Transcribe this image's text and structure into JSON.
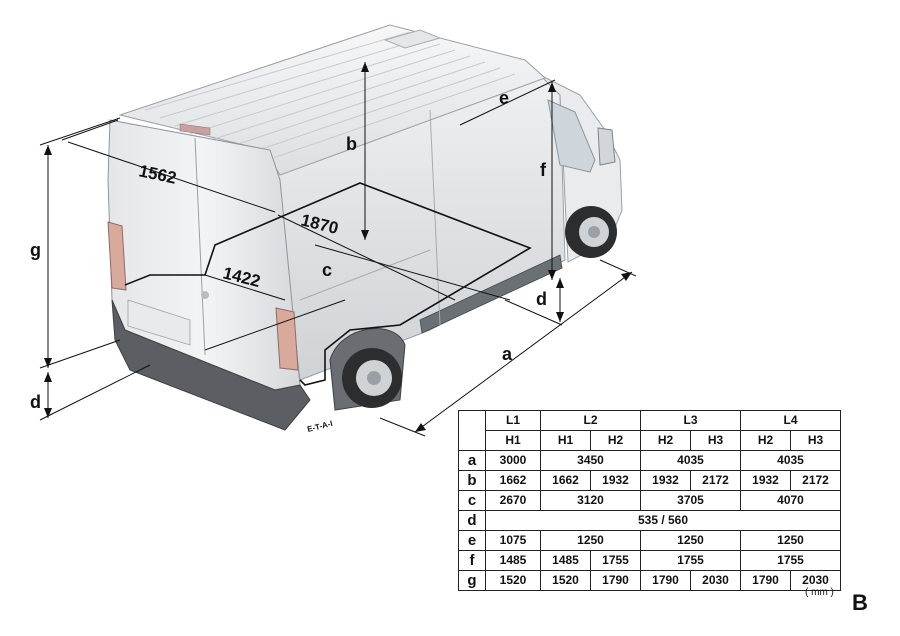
{
  "labels": {
    "a": "a",
    "b": "b",
    "c": "c",
    "d": "d",
    "e": "e",
    "f": "f",
    "g": "g",
    "width_rear": "1562",
    "length_floor": "1870",
    "width_floor": "1422",
    "badge": "E-T-A-I"
  },
  "table": {
    "lengths": [
      "L1",
      "L2",
      "L3",
      "L4"
    ],
    "heights": [
      "H1",
      "H1",
      "H2",
      "H2",
      "H3",
      "H2",
      "H3"
    ],
    "rows": [
      {
        "key": "a",
        "cells": [
          "3000",
          "3450",
          "4035",
          "4035"
        ]
      },
      {
        "key": "b",
        "cells": [
          "1662",
          "1662",
          "1932",
          "1932",
          "2172",
          "1932",
          "2172"
        ]
      },
      {
        "key": "c",
        "cells": [
          "2670",
          "3120",
          "3705",
          "4070"
        ]
      },
      {
        "key": "d",
        "cells": [
          "535 / 560"
        ]
      },
      {
        "key": "e",
        "cells": [
          "1075",
          "1250",
          "1250",
          "1250"
        ]
      },
      {
        "key": "f",
        "cells": [
          "1485",
          "1485",
          "1755",
          "1755",
          "1755"
        ]
      },
      {
        "key": "g",
        "cells": [
          "1520",
          "1520",
          "1790",
          "1790",
          "2030",
          "1790",
          "2030"
        ]
      }
    ]
  },
  "unit": "( mm )",
  "figure_letter": "B"
}
